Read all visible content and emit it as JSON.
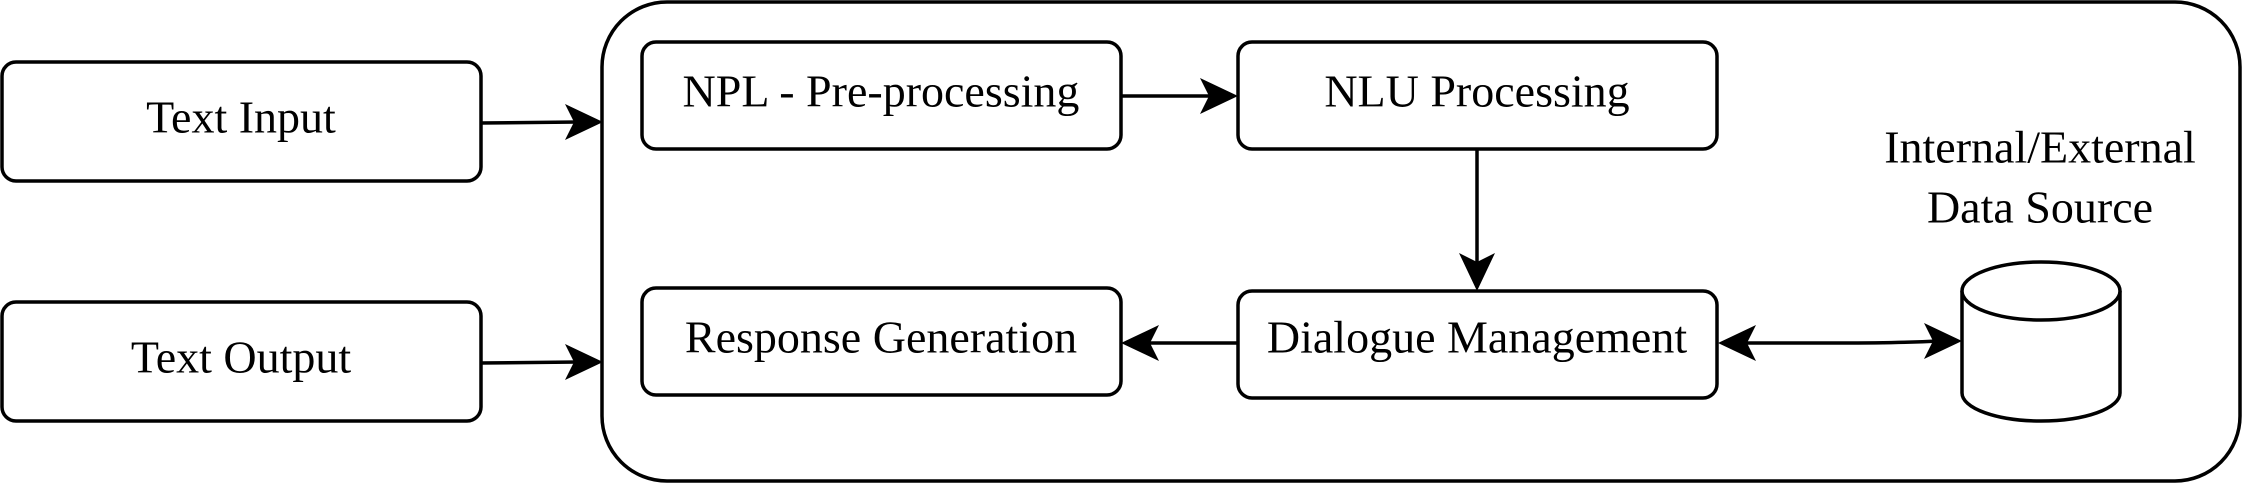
{
  "diagram": {
    "inputs": {
      "text_input": "Text Input",
      "text_output": "Text Output"
    },
    "pipeline": {
      "npl_preprocessing": "NPL - Pre-processing",
      "nlu_processing": "NLU Processing",
      "dialogue_management": "Dialogue Management",
      "response_generation": "Response Generation"
    },
    "data_source": {
      "line1": "Internal/External",
      "line2": "Data Source"
    }
  }
}
